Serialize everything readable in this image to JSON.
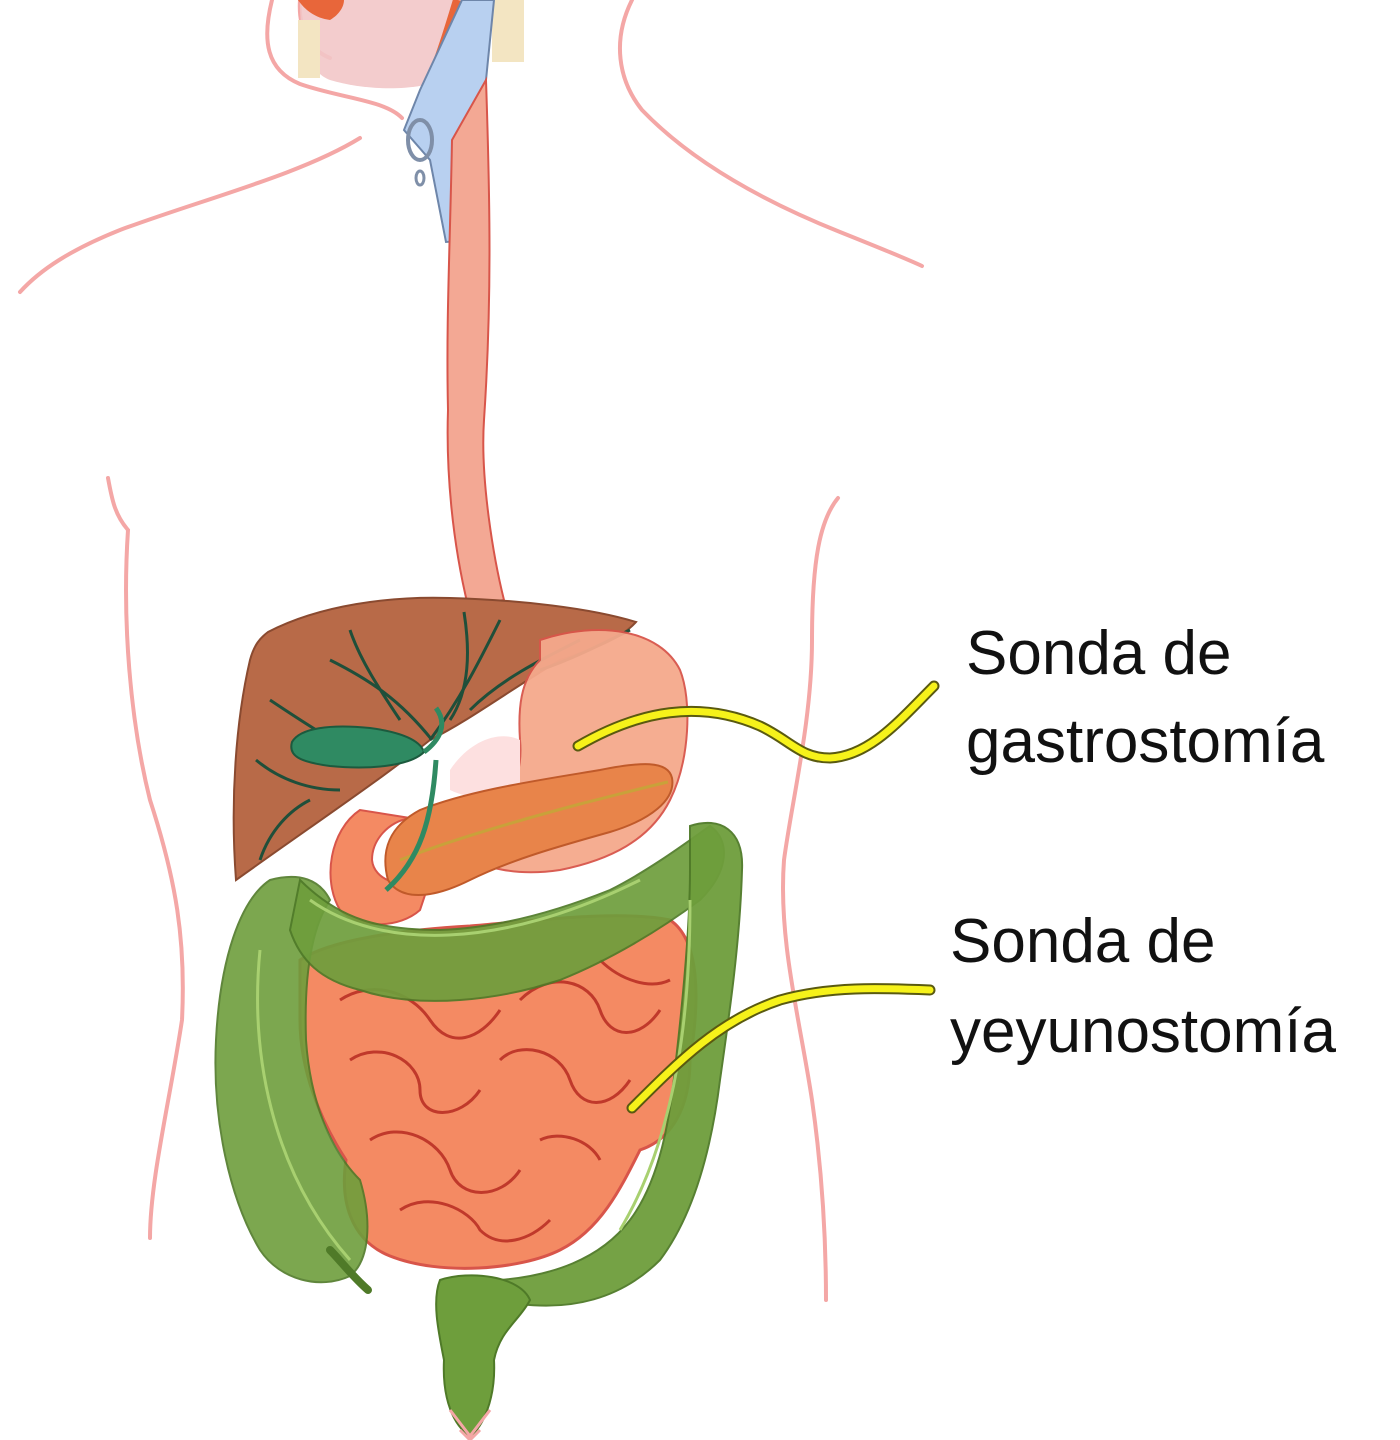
{
  "labels": {
    "gastrostomy": {
      "line1": "Sonda de",
      "line2": "gastrostomía"
    },
    "jejunostomy": {
      "line1": "Sonda de",
      "line2": "yeyunostomía"
    }
  },
  "colors": {
    "skin_outline": "#f4a7a6",
    "liver": "#b86a48",
    "gallbladder": "#2f8a62",
    "stomach": "#f5a98c",
    "pancreas": "#e8844a",
    "small_intestine": "#f48a63",
    "large_intestine": "#6e9e3c",
    "esophagus": "#f3a894",
    "trachea": "#b8d0f0",
    "tube": "#f6f21a",
    "bile_duct": "#2f8a62"
  }
}
